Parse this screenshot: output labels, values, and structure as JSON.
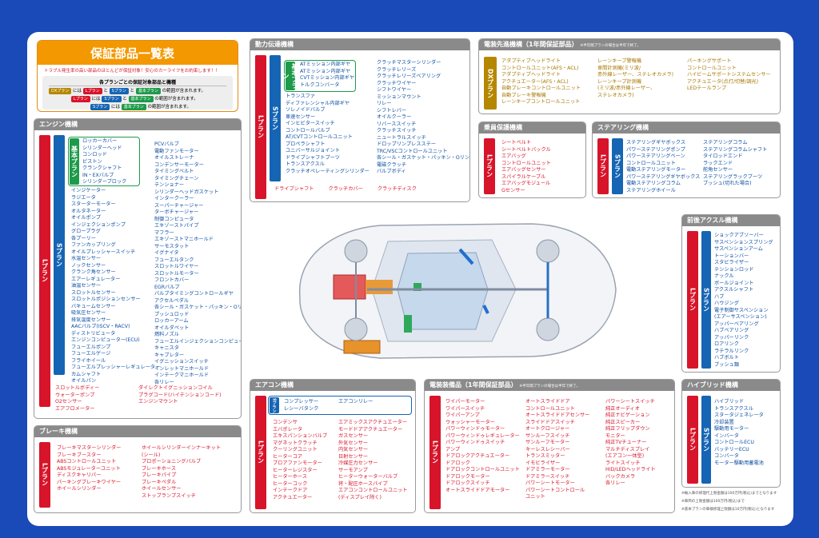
{
  "title": {
    "main": "保証部品一覧表",
    "sub": "トラブル発生率の高い部品のほとんどが保証対象！安心のカーライフをお約束します！！",
    "plans_heading": "各プランごとの保証対象部品と機種",
    "row1": [
      "DXプラン",
      "には",
      "Lプラン",
      "と",
      "Sプラン",
      "と",
      "基本プラン",
      "の範囲が含まれます。"
    ],
    "row2": [
      "Lプラン",
      "には",
      "Sプラン",
      "と",
      "基本プラン",
      "の範囲が含まれます。"
    ],
    "row3": [
      "Sプラン",
      "には",
      "基本プラン",
      "の範囲が含まれます。"
    ]
  },
  "plans": {
    "L": "Lプラン",
    "S": "Sプラン",
    "basic": "基本プラン",
    "DX": "DXプラン"
  },
  "colors": {
    "background": "#1a49b8",
    "red": "#d7142a",
    "blue": "#1565b4",
    "green": "#1e9a4a",
    "gold": "#b58700",
    "orange": "#f39800"
  },
  "engine": {
    "title": "エンジン機構",
    "basic": [
      "ロッカーカバー",
      "シリンダーヘッド",
      "コンロッド",
      "ピストン",
      "クランクシャフト",
      "IN・EXバルブ",
      "シリンダーブロック"
    ],
    "s1": [
      "インジケーター",
      "ラジエータ",
      "スターターモーター",
      "オルタネーター",
      "オイルポンプ",
      "インジェクションポンプ",
      "グロープラグ",
      "各プーリー",
      "ファンカップリング",
      "オイルプレッシャースイッチ",
      "水温センサー",
      "ノックセンサー",
      "クランク角センサー",
      "エアーレギュレーター",
      "油温センサー",
      "スロットルセンサー",
      "スロットルポジションセンサー",
      "バキュームセンサー",
      "吸気圧センサー",
      "排気温度センサー",
      "AACバルブ(ISCV・RACV)",
      "ディストリビュータ",
      "エンジンコンピューター(ECU)",
      "フューエルポンプ",
      "フューエルゲージ",
      "フライホイール",
      "フューエルプレッシャーレギュレーター",
      "カムシャフト",
      "オイルパン"
    ],
    "s2": [
      "PCVバルブ",
      "電動ファンモーター",
      "オイルストレーナ",
      "コンデンサーモーター",
      "タイミングベルト",
      "タイミングチェーン",
      "テンショナー",
      "シリンダーヘッドガスケット",
      "インタークーラー",
      "スーパーチャージャー",
      "ターボチャージャー",
      "制御コンピュータ",
      "エキゾーストパイプ",
      "マフラー",
      "エキゾーストマニホールド",
      "サーモスタット",
      "イグナイタ",
      "フューエルタンク",
      "スロットルワイヤー",
      "スロットルモーター",
      "フロントカバー",
      "EGRバルブ",
      "バルブタイミングコントロールギヤ",
      "アクセルペダル",
      "各シール・ガスケット・パッキン・Oリング",
      "プッシュロッド",
      "ロッカーアーム",
      "オイルダペット",
      "燃料ノズル",
      "フューエルインジェクションコンピュータ",
      "キャニスタ",
      "キャブレター",
      "イグニッションスイッチ",
      "インレットマニホールド",
      "インテークマニホールド",
      "各リレー"
    ],
    "l1": [
      "スロットルボディー",
      "ウォーターポンプ",
      "O2センサー",
      "エアフロメーター"
    ],
    "l2": [
      "ダイレクトイグニッションコイル",
      "プラグコード(ハイテンションコード)",
      "エンジンマウント"
    ]
  },
  "power": {
    "title": "動力伝達機構",
    "basic": [
      "ATミッション内部ギヤ",
      "ATミッション内部ギヤ",
      "CVTミッション内部ギヤ",
      "トルクコンバータ"
    ],
    "s1": [
      "トランスファ",
      "ディファレンシャル内部ギヤ",
      "ソレノイドバルブ",
      "車速センサー",
      "インヒビタースイッチ",
      "コントロールバルブ",
      "AT/CVTコントロールユニット",
      "プロペラシャフト",
      "ユニバーサルジョイント",
      "ドライブシャフトブーツ",
      "トランスアクスル",
      "クラッチオペレーティングシリンダー"
    ],
    "s2": [
      "クラッチマスターシリンダー",
      "クラッチレリーズ",
      "クラッチレリーズベアリング",
      "クラッチワイヤー",
      "シフトワイヤー",
      "ミッションマウント",
      "リレー",
      "シフトレバー",
      "オイルクーラー",
      "リバーススイッチ",
      "クラッチスイッチ",
      "ニュートラルスイッチ",
      "ドロップリンプレスステー",
      "TRC/VSCコントロールユニット",
      "各シール・ガスケット・パッキン・Oリング",
      "電磁クラッチ",
      "バルブボディ"
    ],
    "l": [
      "ドライブシャフト",
      "クラッチカバー",
      "クラッチディスク"
    ]
  },
  "dx": {
    "title": "電装先進機構（1年間保証部品）",
    "note": "※半年間プランの場合は半年で終了。",
    "c1": [
      "アダプティブヘッドライト",
      "コントロールユニット(AFS・ACL)",
      "アダプティブヘッドライト",
      "アクチュエーター(AFS・ACL)",
      "自動ブレーキコントロールユニット",
      "自動ブレーキ警報機",
      "レーンキープコントロールユニット"
    ],
    "c2": [
      "レーンキープ警報機",
      "車間計測機(ミリ波/",
      "赤外線レーザー、ステレオカメラ)",
      "レーンキープ計測機",
      "(ミリ波/赤外線レーザー、",
      "ステレオカメラ)"
    ],
    "c3": [
      "パーキングサポート",
      "コントロールユニット",
      "ハイビームサポートシステムセンサー",
      "アクチュエータ(点灯/切替/調光)",
      "LEDテールランプ"
    ]
  },
  "occupant": {
    "title": "乗員保護機構",
    "items": [
      "シートベルト",
      "シートベルトバックル",
      "エアバッグ",
      "コントロールユニット",
      "エアバッグセンサー",
      "スパイラルケーブル",
      "エアバッグモジュール",
      "Gセンサー"
    ]
  },
  "steering": {
    "title": "ステアリング機構",
    "c1": [
      "ステアリングギヤボックス",
      "パワーステアリングポンプ",
      "パワーステアリングベーン",
      "コントロールユニット",
      "電動ステアリングモーター",
      "パワーステアリングギヤボックス",
      "電動ステアリングコラム",
      "ステアリングホイール"
    ],
    "c2": [
      "ステアリングコラム",
      "ステアリングコラムシャフト",
      "タイロッドエンド",
      "ラックエンド",
      "舵角センサー",
      "ステアリングラックブーツ",
      "ブッシュ(切れた場合)"
    ]
  },
  "axle": {
    "title": "前後アクスル機構",
    "items": [
      "ショックアブソーバー",
      "サスペンションスプリング",
      "サスペンションアーム",
      "トーションバー",
      "スタビライザー",
      "テンションロッド",
      "ナックル",
      "ボールジョイント",
      "アクスルシャフト",
      "ハブ",
      "ハウジング",
      "電子制御サスペンション",
      "(エアーサスペンション)",
      "アッパーベアリング",
      "ハブベアリング",
      "アッパーリンク",
      "ロアリンク",
      "ラテラルリンク",
      "ハブボルト",
      "ブッシュ類"
    ]
  },
  "hybrid": {
    "title": "ハイブリッド機構",
    "items": [
      "ハイブリッド",
      "トランスアクスル",
      "スタータジェネレータ",
      "冷却装置",
      "駆動用モーター",
      "インバータ",
      "コントロールECU",
      "バッテリーECU",
      "コンバータ",
      "モーター駆動用蓄電池"
    ]
  },
  "aircon": {
    "title": "エアコン機構",
    "s1": [
      "コンプレッサー",
      "レシーバタンク"
    ],
    "s2": [
      "エアコンリレー"
    ],
    "l1": [
      "コンデンサ",
      "エバポレータ",
      "エキスパンションバルブ",
      "マグネットクラッチ",
      "クーリングユニット",
      "ヒーターコア",
      "ブロアファンモーター",
      "ヒーターレジスター",
      "ヒーターホース",
      "ヒーターコック",
      "インテークドア",
      "アクチュエーター"
    ],
    "l2": [
      "エアミックスアクチュエーター",
      "モードドアアクチュエーター",
      "ガスセンサー",
      "外気センサー",
      "内気センサー",
      "日射センサー",
      "冷媒圧力センサー",
      "サーモアンプ",
      "ヒーターウォーターバルブ",
      "将・配圧ホースパイプ",
      "エアコンコントロールユニット",
      "(ディスプレイ除く)"
    ]
  },
  "brake": {
    "title": "ブレーキ機構",
    "c1": [
      "ブレーキマスターシリンダー",
      "ブレーキブースター",
      "ABSコントロールユニット",
      "ABSモジュレーターユニット",
      "ディスクキャリパー",
      "パーキングブレーキワイヤー",
      "ホイールシリンダー"
    ],
    "c2": [
      "ホイールシリンダーインナーキット",
      "(シール)",
      "プロポーショニングバルブ",
      "ブレーキホース",
      "ブレーキパイプ",
      "ブレーキペダル",
      "ホイールセンサー",
      "ストップランプスイッチ"
    ]
  },
  "electric": {
    "title": "電装装備品（1年間保証部品）",
    "note": "※半年間プランの場合は半年で終了。",
    "c1": [
      "ワイパーモーター",
      "ワイパースイッチ",
      "ワイパーアンプ",
      "ウォッシャーモーター",
      "パワーウィンドゥモーター",
      "パワーウィンドゥレギュレーター",
      "パワーウィンドゥスイッチ",
      "アンプ",
      "ドアロックアクチュエーター",
      "ドアロック",
      "ドアロックコントロールユニット",
      "ドアロックモーター",
      "ドアロックスイッチ",
      "オートスライドドアモーター"
    ],
    "c2": [
      "オートスライドドア",
      "コントロールユニット",
      "オートスライドドアセンサー",
      "スライドドアスイッチ",
      "オートクロージャー",
      "サンルーフスイッチ",
      "サンルーフモーター",
      "キーレスレシーバー",
      "トランスミッター",
      "イモビライザー",
      "ドアミラーモーター",
      "ドアミラースイッチ",
      "パワーシートモーター",
      "パワーシートコントロール",
      "ユニット"
    ],
    "c3": [
      "パワーシートスイッチ",
      "純正オーディオ",
      "純正ナビゲーション",
      "純正スピーカー",
      "純正フリップダウン",
      "モニター",
      "純正TVチューナー",
      "マルチディスプレイ",
      "(エアコン一体型)",
      "ライトスイッチ",
      "HID/LEDヘッドライト",
      "バックカメラ",
      "各リレー"
    ]
  },
  "footnotes": [
    "※輸入車の修理代上限金額は100万円(税込)までとなります",
    "※車両の上限金額は100万円(税込)まで",
    "※基本プランの車検修理上限額は10万円(税込)となります"
  ]
}
